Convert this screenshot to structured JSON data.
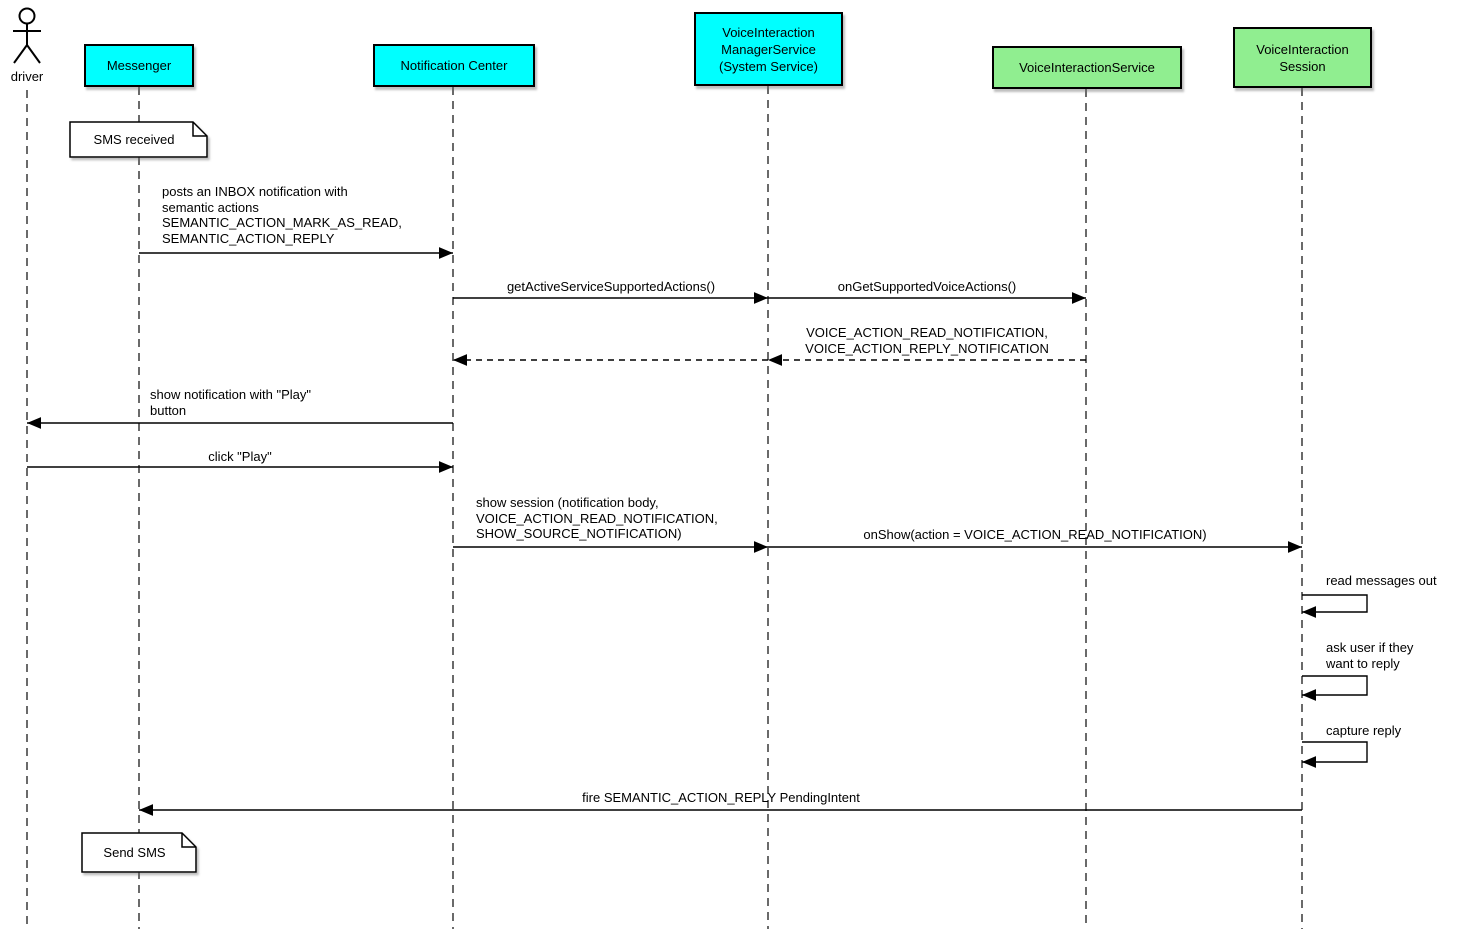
{
  "diagram": {
    "type": "uml-sequence-diagram",
    "actor": {
      "label": "driver"
    },
    "participants": [
      {
        "id": "messenger",
        "label": "Messenger",
        "color": "#00ffff"
      },
      {
        "id": "notification-center",
        "label": "Notification Center",
        "color": "#00ffff"
      },
      {
        "id": "voice-interaction-manager-service",
        "label": "VoiceInteraction\nManagerService\n(System Service)",
        "color": "#00ffff"
      },
      {
        "id": "voice-interaction-service",
        "label": "VoiceInteractionService",
        "color": "#90ee90"
      },
      {
        "id": "voice-interaction-session",
        "label": "VoiceInteraction\nSession",
        "color": "#90ee90"
      }
    ],
    "notes": [
      {
        "text": "SMS received",
        "attached_to": "messenger"
      },
      {
        "text": "Send SMS",
        "attached_to": "messenger"
      }
    ],
    "messages": [
      {
        "from": "messenger",
        "to": "notification-center",
        "style": "solid",
        "label": "posts an INBOX notification with\nsemantic actions\nSEMANTIC_ACTION_MARK_AS_READ,\nSEMANTIC_ACTION_REPLY"
      },
      {
        "from": "notification-center",
        "to": "voice-interaction-manager-service",
        "style": "solid",
        "label": "getActiveServiceSupportedActions()"
      },
      {
        "from": "voice-interaction-manager-service",
        "to": "voice-interaction-service",
        "style": "solid",
        "label": "onGetSupportedVoiceActions()"
      },
      {
        "from": "voice-interaction-service",
        "to": "voice-interaction-manager-service",
        "style": "dashed",
        "label": "VOICE_ACTION_READ_NOTIFICATION,\nVOICE_ACTION_REPLY_NOTIFICATION"
      },
      {
        "from": "voice-interaction-manager-service",
        "to": "notification-center",
        "style": "dashed",
        "label": ""
      },
      {
        "from": "notification-center",
        "to": "driver",
        "style": "solid",
        "label": "show notification with \"Play\"\nbutton"
      },
      {
        "from": "driver",
        "to": "notification-center",
        "style": "solid",
        "label": "click \"Play\""
      },
      {
        "from": "notification-center",
        "to": "voice-interaction-manager-service",
        "style": "solid",
        "label": "show session (notification body,\nVOICE_ACTION_READ_NOTIFICATION,\nSHOW_SOURCE_NOTIFICATION)"
      },
      {
        "from": "voice-interaction-manager-service",
        "to": "voice-interaction-session",
        "style": "solid",
        "label": "onShow(action = VOICE_ACTION_READ_NOTIFICATION)"
      },
      {
        "from": "voice-interaction-session",
        "to": "voice-interaction-session",
        "style": "self",
        "label": "read messages out"
      },
      {
        "from": "voice-interaction-session",
        "to": "voice-interaction-session",
        "style": "self",
        "label": "ask user if they\nwant to reply"
      },
      {
        "from": "voice-interaction-session",
        "to": "voice-interaction-session",
        "style": "self",
        "label": "capture reply"
      },
      {
        "from": "voice-interaction-session",
        "to": "messenger",
        "style": "solid",
        "label": "fire SEMANTIC_ACTION_REPLY PendingIntent"
      }
    ],
    "colors": {
      "participant_primary": "#00ffff",
      "participant_secondary": "#90ee90",
      "line": "#000000",
      "note_background": "#ffffff",
      "background": "#ffffff"
    }
  }
}
